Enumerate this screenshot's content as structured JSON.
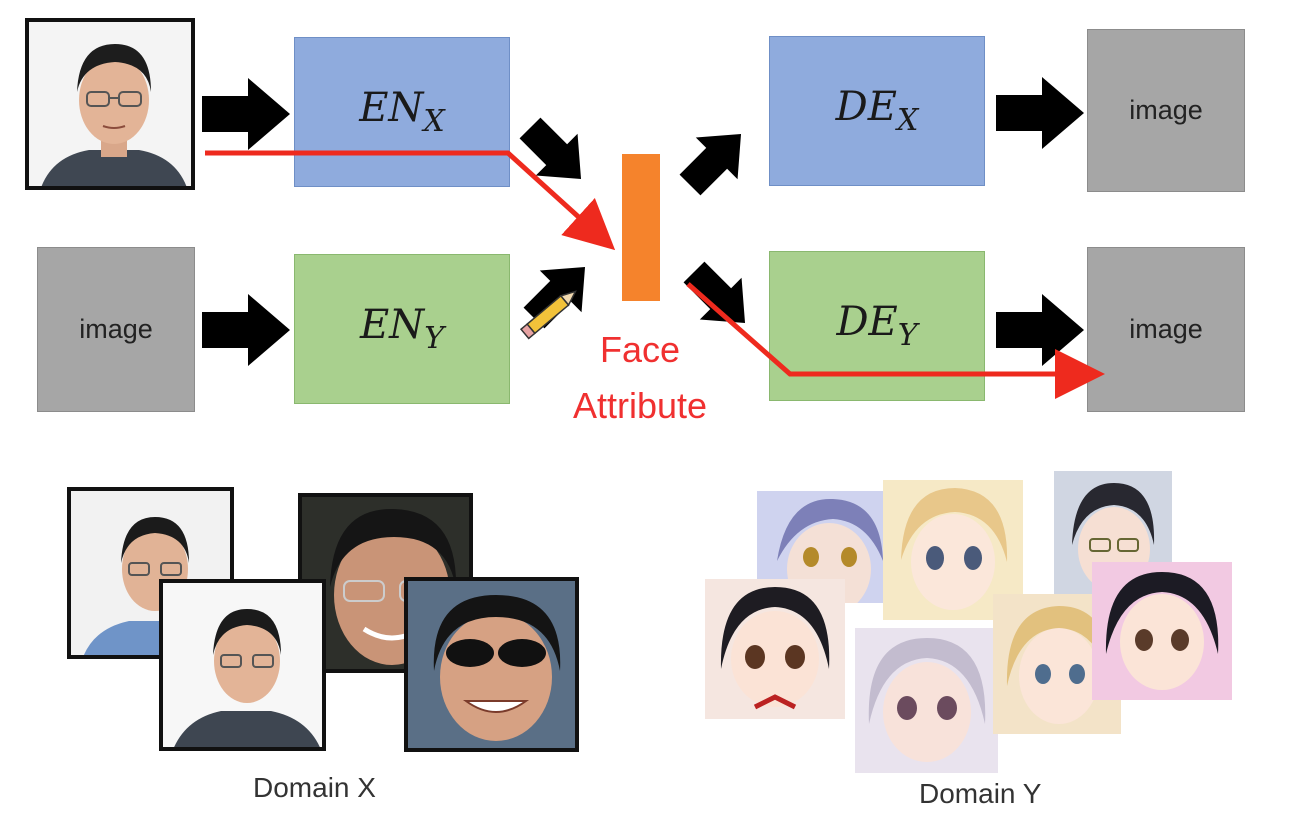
{
  "diagram": {
    "encoders": {
      "x": {
        "main": "EN",
        "sub": "X"
      },
      "y": {
        "main": "EN",
        "sub": "Y"
      }
    },
    "decoders": {
      "x": {
        "main": "DE",
        "sub": "X"
      },
      "y": {
        "main": "DE",
        "sub": "Y"
      }
    },
    "image_label": "image",
    "latent_label_line1": "Face",
    "latent_label_line2": "Attribute",
    "domain_x_caption": "Domain X",
    "domain_y_caption": "Domain Y",
    "colors": {
      "encoder_x": "#8fabdd",
      "encoder_y": "#a9d08e",
      "latent": "#f5832c",
      "path": "#ee2a1e",
      "image_box": "#a6a6a6"
    }
  }
}
